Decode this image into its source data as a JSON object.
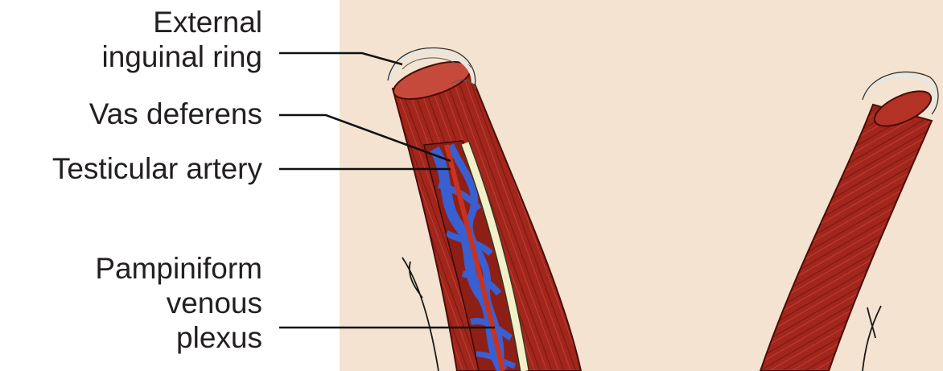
{
  "labels": {
    "external_inguinal_ring": "External\ninguinal ring",
    "vas_deferens": "Vas deferens",
    "testicular_artery": "Testicular artery",
    "pampiniform_venous_plexus": "Pampiniform\nvenous\nplexus"
  },
  "colors": {
    "background_tissue": "#f3e3d0",
    "muscle": "#a3261c",
    "muscle_dark": "#6e130d",
    "vein": "#3a5fd0",
    "vas_deferens": "#f2f0c8",
    "artery": "#c8321f",
    "leader_line": "#111111"
  }
}
